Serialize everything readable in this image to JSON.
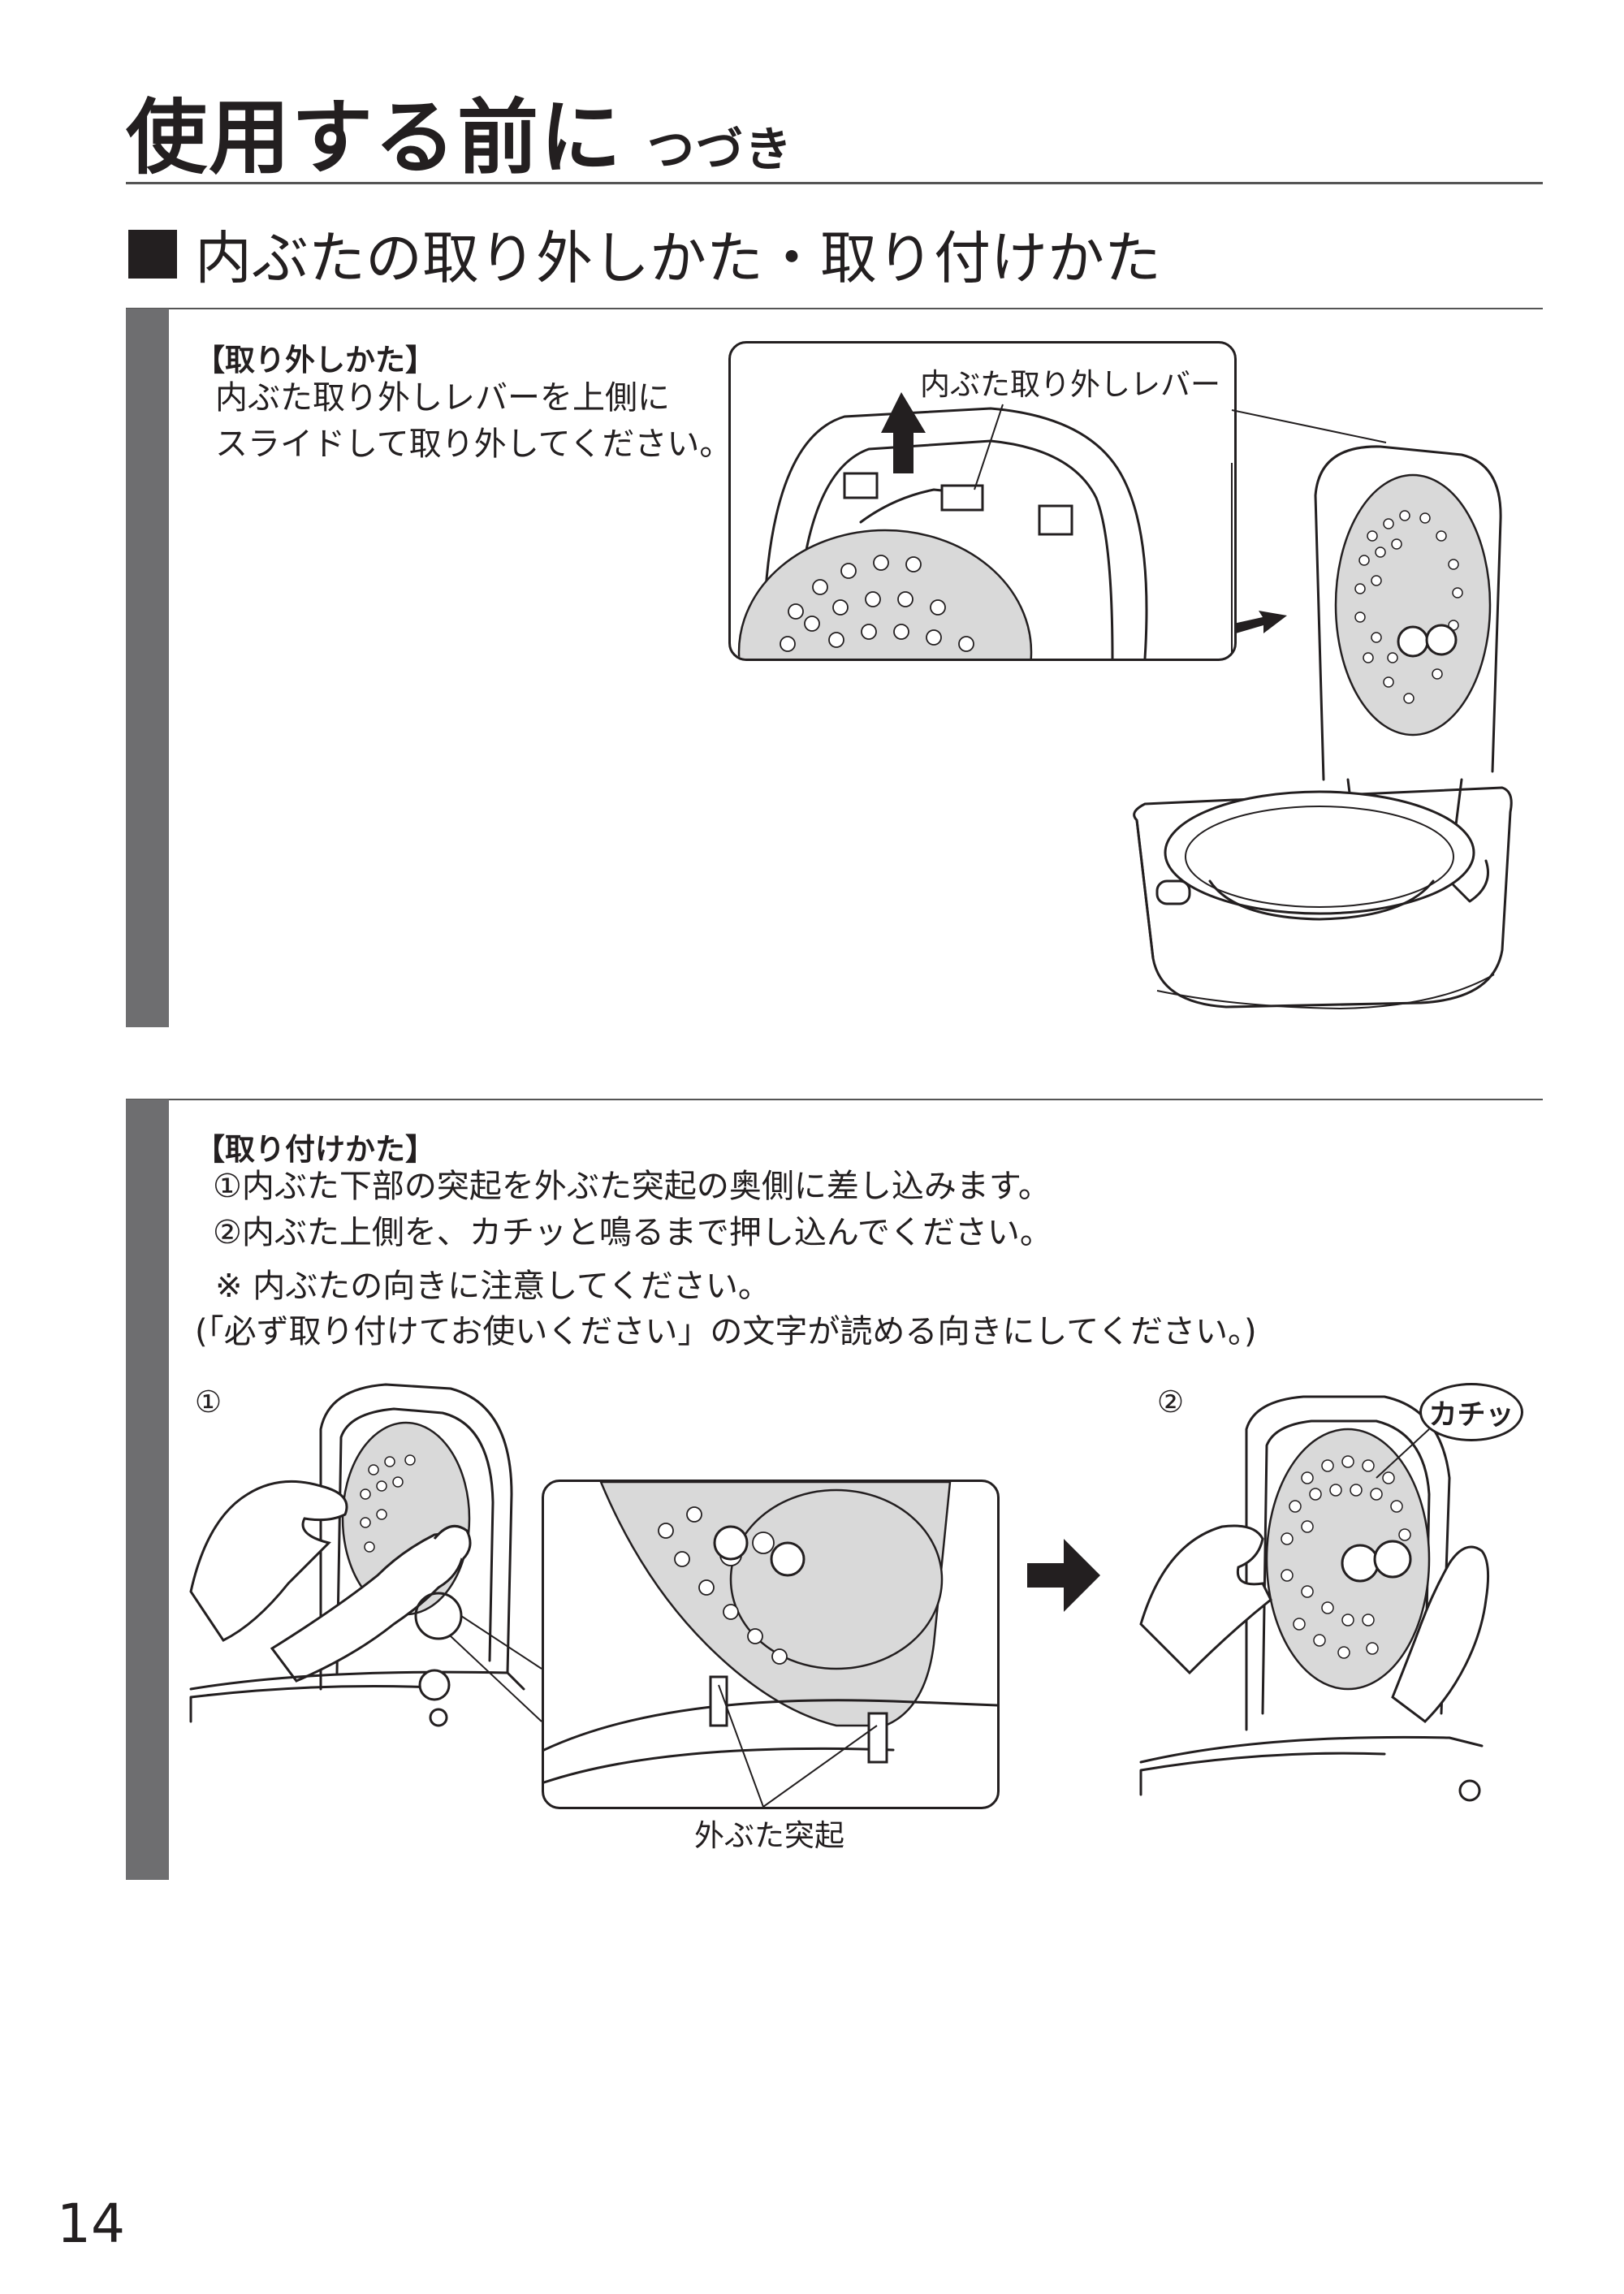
{
  "page": {
    "title": "使用する前に",
    "title_suffix": "つづき",
    "page_number": "14"
  },
  "section": {
    "heading": "内ぶたの取り外しかた・取り付けかた"
  },
  "removal": {
    "heading": "【取り外しかた】",
    "line1": "内ぶた取り外しレバーを上側に",
    "line2": "スライドして取り外してください。",
    "callout_label": "内ぶた取り外しレバー"
  },
  "attach": {
    "heading": "【取り付けかた】",
    "step1": "①内ぶた下部の突起を外ぶた突起の奥側に差し込みます。",
    "step2": "②内ぶた上側を、カチッと鳴るまで押し込んでください。",
    "note1": "※ 内ぶたの向きに注意してください。",
    "note2": "(「必ず取り付けてお使いください」の文字が読める向きにしてください。)",
    "fig1_marker": "①",
    "fig2_marker": "②",
    "projection_label": "外ぶた突起",
    "click_sound": "カチッ"
  }
}
